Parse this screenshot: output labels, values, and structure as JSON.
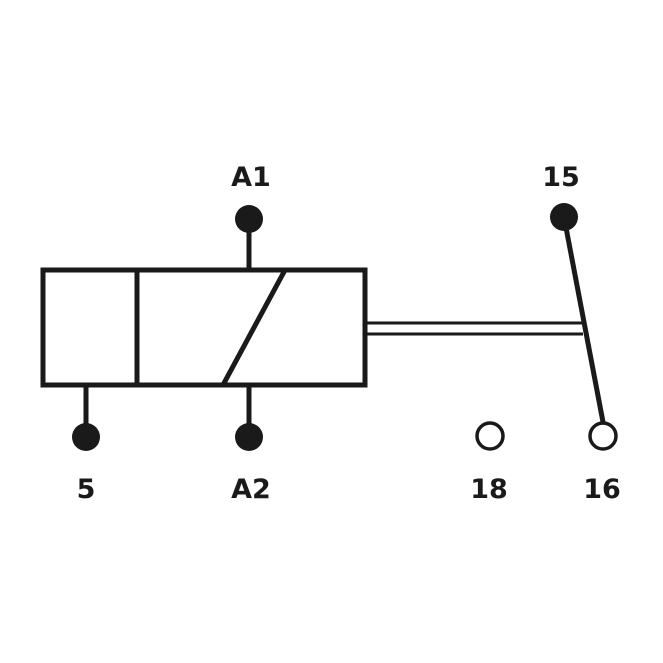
{
  "terminals": {
    "a1": "A1",
    "a2": "A2",
    "t5": "5",
    "t15": "15",
    "t16": "16",
    "t18": "18"
  },
  "colors": {
    "stroke": "#1a1a1a",
    "background": "#ffffff"
  }
}
